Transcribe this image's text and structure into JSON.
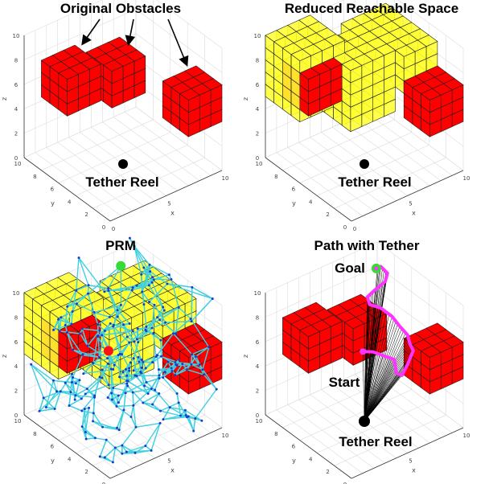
{
  "panels": [
    {
      "id": "obstacles",
      "title": "Original Obstacles",
      "reel_label": "Tether Reel"
    },
    {
      "id": "reachable",
      "title": "Reduced Reachable Space",
      "reel_label": "Tether Reel"
    },
    {
      "id": "prm",
      "title": "PRM"
    },
    {
      "id": "path",
      "title": "Path with Tether",
      "reel_label": "Tether Reel",
      "goal_label": "Goal",
      "start_label": "Start"
    }
  ],
  "axes": {
    "x_label": "x",
    "y_label": "y",
    "z_label": "z",
    "x_ticks": [
      0,
      5,
      10
    ],
    "y_ticks": [
      0,
      2,
      4,
      6,
      8,
      10
    ],
    "z_ticks": [
      0,
      2,
      4,
      6,
      8,
      10
    ],
    "xlim": [
      0,
      10
    ],
    "ylim": [
      0,
      10
    ],
    "zlim": [
      0,
      10
    ],
    "grid": true
  },
  "obstacles": [
    {
      "x": [
        0,
        3
      ],
      "y": [
        5,
        8
      ],
      "z": [
        6,
        9
      ]
    },
    {
      "x": [
        4,
        7
      ],
      "y": [
        5,
        8
      ],
      "z": [
        5,
        8
      ]
    },
    {
      "x": [
        7,
        10
      ],
      "y": [
        0,
        3
      ],
      "z": [
        4,
        7
      ]
    }
  ],
  "reachable_space": [
    {
      "x": [
        0,
        4
      ],
      "y": [
        6,
        10
      ],
      "z": [
        5,
        10
      ]
    },
    {
      "x": [
        3,
        7
      ],
      "y": [
        4,
        8
      ],
      "z": [
        4,
        9
      ]
    },
    {
      "x": [
        6,
        10
      ],
      "y": [
        4,
        9
      ],
      "z": [
        6,
        9
      ]
    },
    {
      "x": [
        7,
        10
      ],
      "y": [
        3,
        4
      ],
      "z": [
        6,
        9
      ]
    }
  ],
  "tether_reel": [
    5,
    5,
    0
  ],
  "prm": {
    "goal": [
      4.8,
      5,
      12.8
    ],
    "start": [
      3.7,
      5,
      6.3
    ]
  },
  "path": {
    "waypoints": [
      [
        4.1,
        4,
        6.6
      ],
      [
        5.0,
        4,
        6.2
      ],
      [
        6.2,
        4,
        5.3
      ],
      [
        6.9,
        4,
        4.8
      ],
      [
        7.1,
        4,
        3.6
      ],
      [
        7.6,
        4,
        3.2
      ],
      [
        8.1,
        4,
        3.9
      ],
      [
        8.6,
        4,
        4.8
      ],
      [
        8.3,
        4,
        5.5
      ],
      [
        8.1,
        4,
        6.3
      ],
      [
        7.4,
        4,
        7.3
      ],
      [
        6.7,
        4,
        8.4
      ],
      [
        5.7,
        4,
        9.5
      ],
      [
        4.7,
        4,
        10.2
      ],
      [
        4.5,
        4,
        10.9
      ],
      [
        5.2,
        4,
        11.2
      ],
      [
        6.1,
        4,
        11.5
      ],
      [
        6.3,
        4,
        12.1
      ],
      [
        5.7,
        4,
        12.9
      ],
      [
        5.3,
        4,
        12.9
      ]
    ]
  },
  "colors": {
    "obstacle": "#ff0000",
    "reachable": "#ffff33",
    "prm_edge": "#40d0e0",
    "prm_node": "#1a3ccc",
    "goal": "#33dd33",
    "start": "#ff1111",
    "path": "#ff33ff",
    "tether": "#000000",
    "reel": "#000000",
    "grid": "#dcdcdc"
  }
}
